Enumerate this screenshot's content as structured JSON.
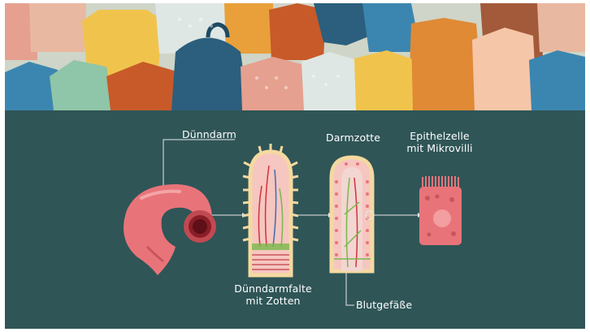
{
  "colors": {
    "background": "#2f5557",
    "label_text": "#ffffff",
    "connector": "#e8e8e8",
    "tissue_pink": "#e8747a",
    "tissue_light": "#f6c6c0",
    "vessel_red": "#d2323a",
    "vessel_green": "#7ab84a",
    "vessel_blue": "#3c6fb0"
  },
  "banner": {
    "sweater_colors": [
      "#e9a03a",
      "#2b5f7d",
      "#c85a2a",
      "#f0c44c",
      "#8fc5a8",
      "#e6a08f",
      "#e9b8a0",
      "#3b86b0",
      "#a35a3a"
    ]
  },
  "diagram": {
    "labels": {
      "small_intestine": "Dünndarm",
      "fold": [
        "Dünndarmfalte",
        "mit Zotten"
      ],
      "villus": "Darmzotte",
      "epithelial": [
        "Epithelzelle",
        "mit Mikrovilli"
      ],
      "blood_vessels": "Blutgefäße"
    }
  }
}
